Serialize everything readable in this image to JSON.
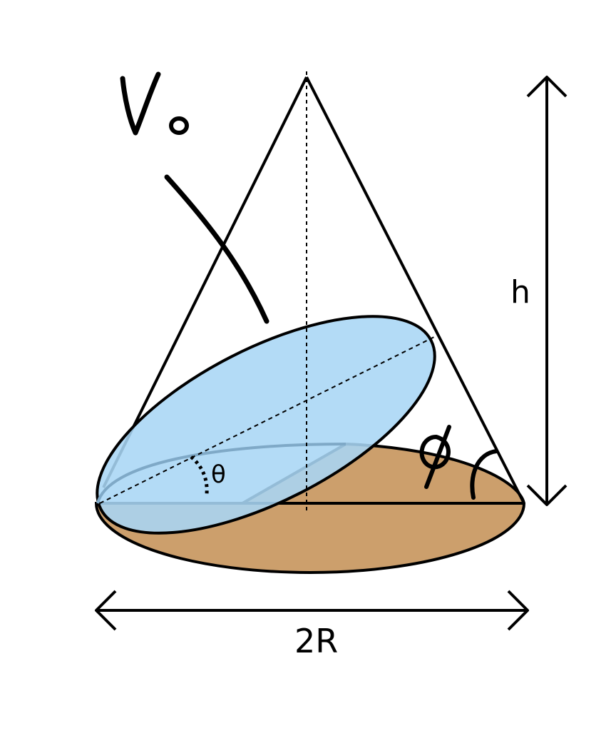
{
  "labels": {
    "volume": "V",
    "volume_subscript": "o",
    "height": "h",
    "diameter": "2R",
    "theta": "θ",
    "phi": "φ"
  },
  "colors": {
    "base_fill": "#cc9f6c",
    "plane_fill": "#a9d6f5",
    "stroke": "#000000",
    "background": "#ffffff"
  }
}
